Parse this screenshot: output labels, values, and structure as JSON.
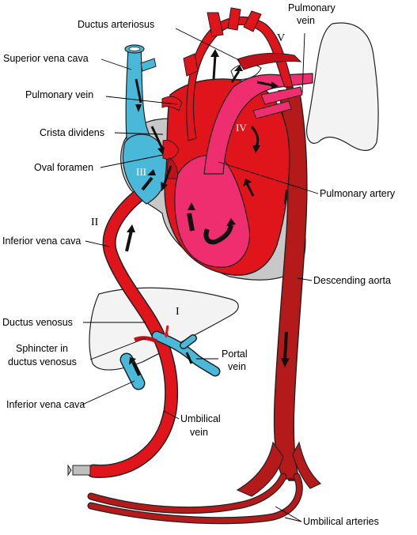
{
  "colors": {
    "oxygenated": "#e0141b",
    "dark_red": "#c0111a",
    "aorta": "#b51a1a",
    "mixed": "#ee2e6e",
    "deoxygenated": "#4ab8d8",
    "pericardium": "#c8c8c8",
    "organ": "#f3f3f3"
  },
  "labels": {
    "ductus_arteriosus": "Ductus arteriosus",
    "pulmonary_vein_right_line1": "Pulmonary",
    "pulmonary_vein_right_line2": "vein",
    "superior_vena_cava": "Superior vena cava",
    "pulmonary_vein_left": "Pulmonary vein",
    "crista_dividens": "Crista dividens",
    "oval_foramen": "Oval foramen",
    "pulmonary_artery": "Pulmonary artery",
    "inferior_vena_cava_upper": "Inferior vena cava",
    "descending_aorta": "Descending aorta",
    "ductus_venosus": "Ductus venosus",
    "sphincter_line1": "Sphincter in",
    "sphincter_line2": "ductus venosus",
    "portal_vein_line1": "Portal",
    "portal_vein_line2": "vein",
    "inferior_vena_cava_lower": "Inferior vena cava",
    "umbilical_vein_line1": "Umbilical",
    "umbilical_vein_line2": "vein",
    "umbilical_arteries": "Umbilical arteries"
  },
  "roman_numerals": {
    "i": "I",
    "ii": "II",
    "iii": "III",
    "iv": "IV",
    "v": "V"
  }
}
